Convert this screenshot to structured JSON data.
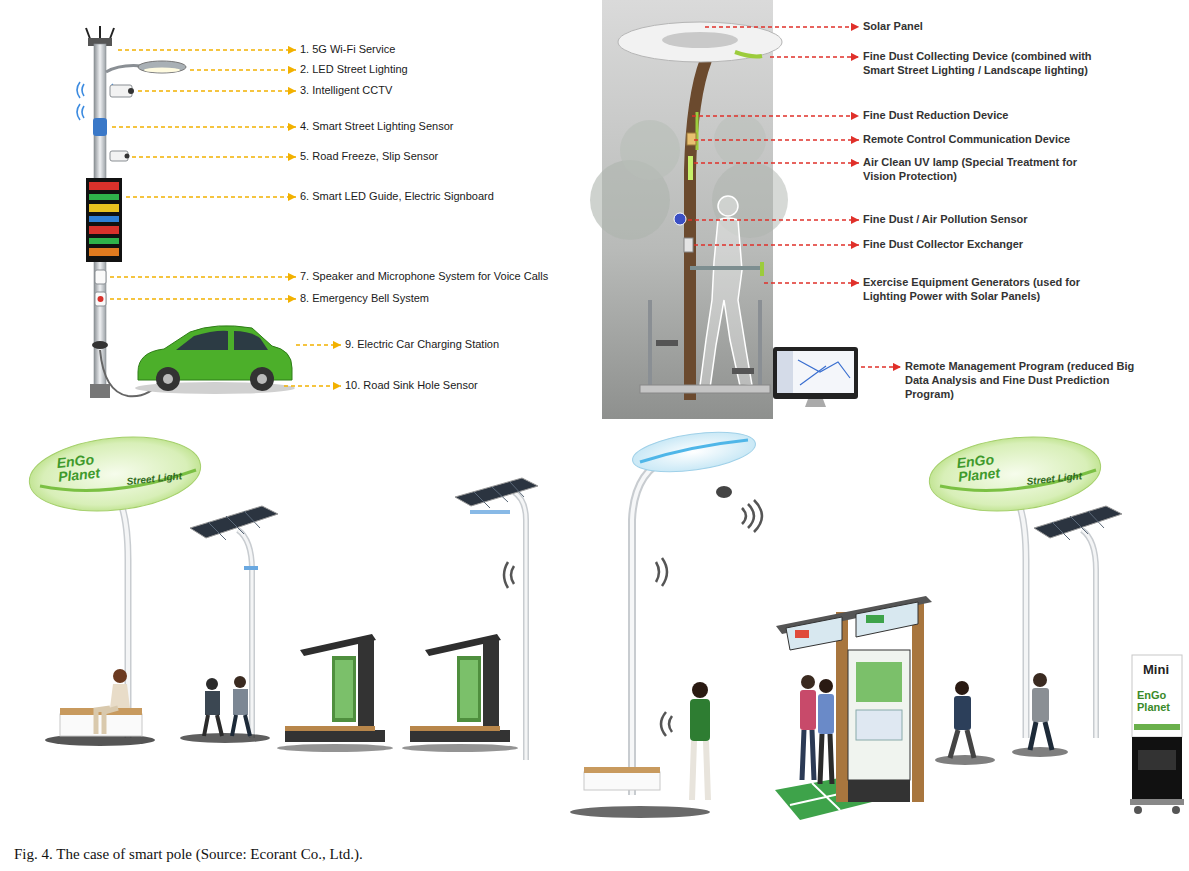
{
  "diagram": {
    "caption": "Fig. 4. The case of smart pole (Source: Ecorant Co., Ltd.).",
    "labels": [
      "1. 5G Wi-Fi Service",
      "2. LED Street Lighting",
      "3. Intelligent CCTV",
      "4. Smart Street Lighting Sensor",
      "5. Road Freeze, Slip Sensor",
      "6. Smart LED Guide, Electric Signboard",
      "7. Speaker and Microphone System for Voice Calls",
      "8. Emergency Bell System",
      "9. Electric Car Charging Station",
      "10. Road Sink Hole Sensor",
      "Solar Panel",
      "Fine Dust Collecting Device (combined with Smart Street Lighting / Landscape lighting)",
      "Fine Dust Reduction Device",
      "Remote Control Communication Device",
      "Air Clean UV lamp (Special Treatment for Vision Protection)",
      "Fine Dust / Air Pollution Sensor",
      "Fine Dust Collector Exchanger",
      "Exercise Equipment Generators (used for Lighting Power with Solar Panels)",
      "Remote Management Program (reduced Big Data Analysis and Fine Dust Prediction Program)",
      "EnGo Planet",
      "Street Light",
      "EnGo Planet",
      "Street Light",
      "Mini",
      "EnGo Planet"
    ]
  }
}
